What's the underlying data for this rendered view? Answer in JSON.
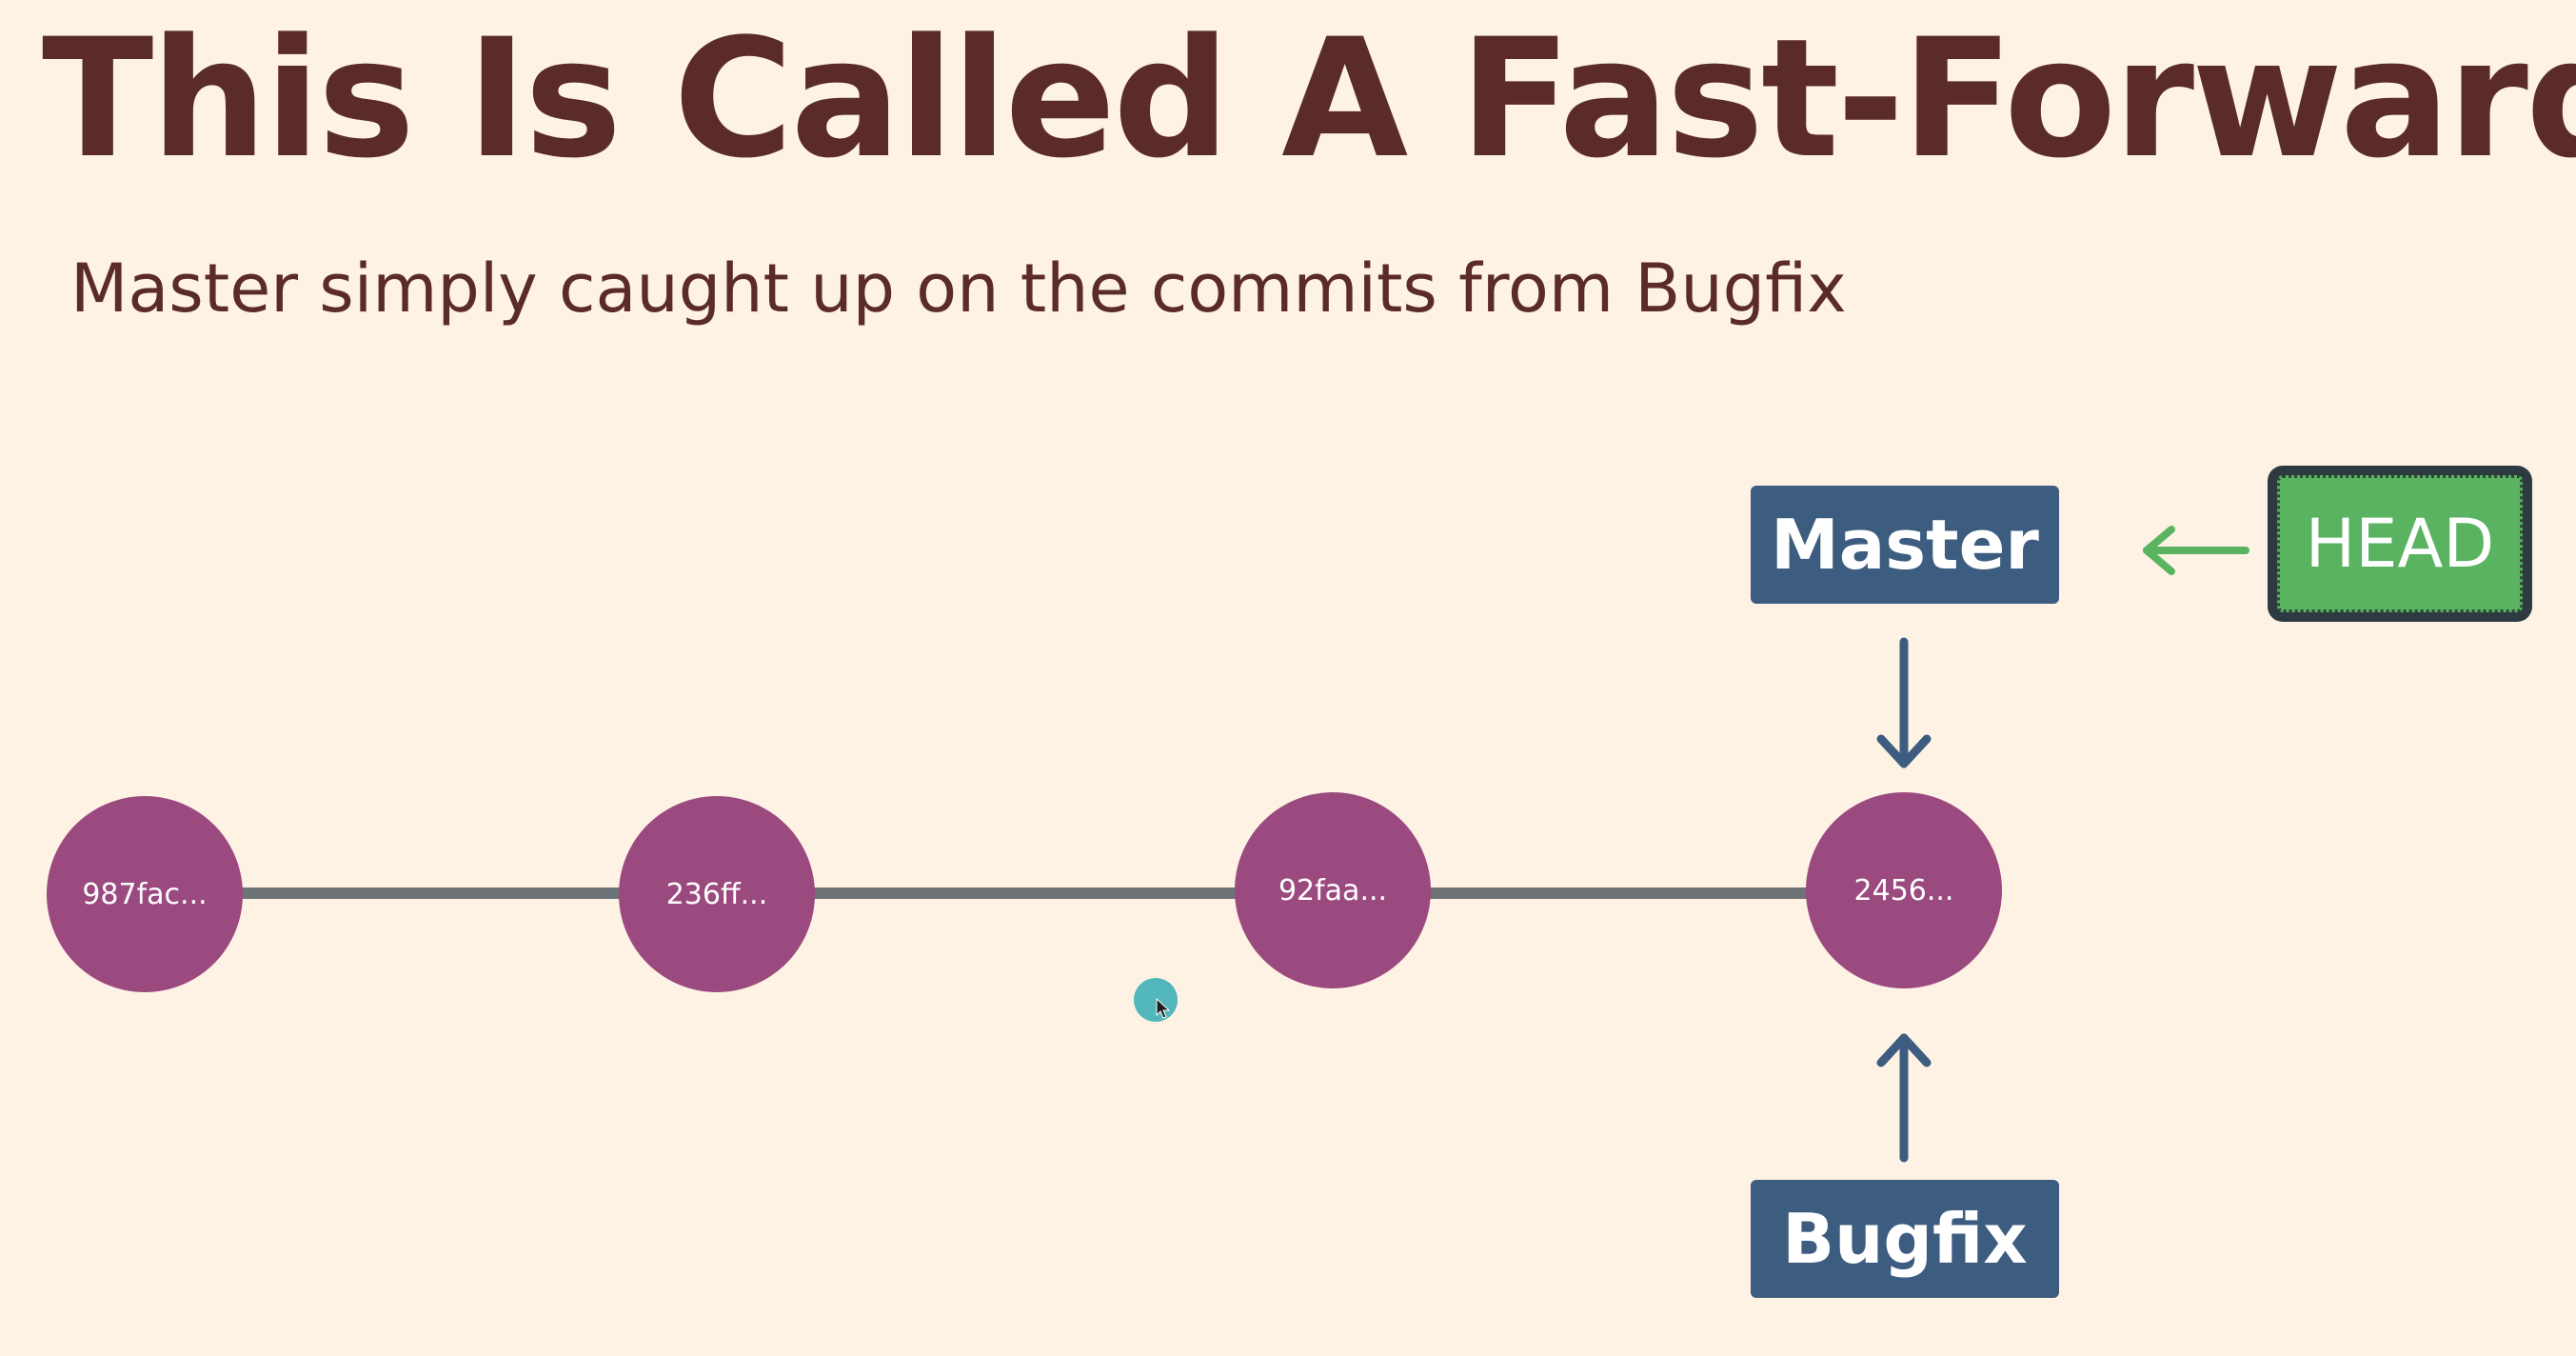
{
  "slide": {
    "title": "This Is Called A Fast-Forward",
    "subtitle": "Master simply caught up on the commits from Bugfix"
  },
  "commits": [
    {
      "hash": "987fac..."
    },
    {
      "hash": "236ff..."
    },
    {
      "hash": "92faa..."
    },
    {
      "hash": "2456..."
    }
  ],
  "branches": {
    "master": "Master",
    "bugfix": "Bugfix"
  },
  "head": {
    "label": "HEAD"
  },
  "colors": {
    "background": "#fdf2e3",
    "title_text": "#5b2b2b",
    "commit_node": "#9b4a80",
    "commit_line": "#6e7378",
    "branch_box": "#3d5d80",
    "head_fill": "#5ab361",
    "head_border": "#2e3a42",
    "head_arrow": "#5ab361",
    "cursor_highlight": "#52b7bd"
  },
  "icons": {
    "branch_pointer": "arrow-down-icon",
    "bugfix_pointer": "arrow-up-icon",
    "head_pointer": "arrow-left-icon",
    "cursor": "mouse-cursor-icon"
  }
}
